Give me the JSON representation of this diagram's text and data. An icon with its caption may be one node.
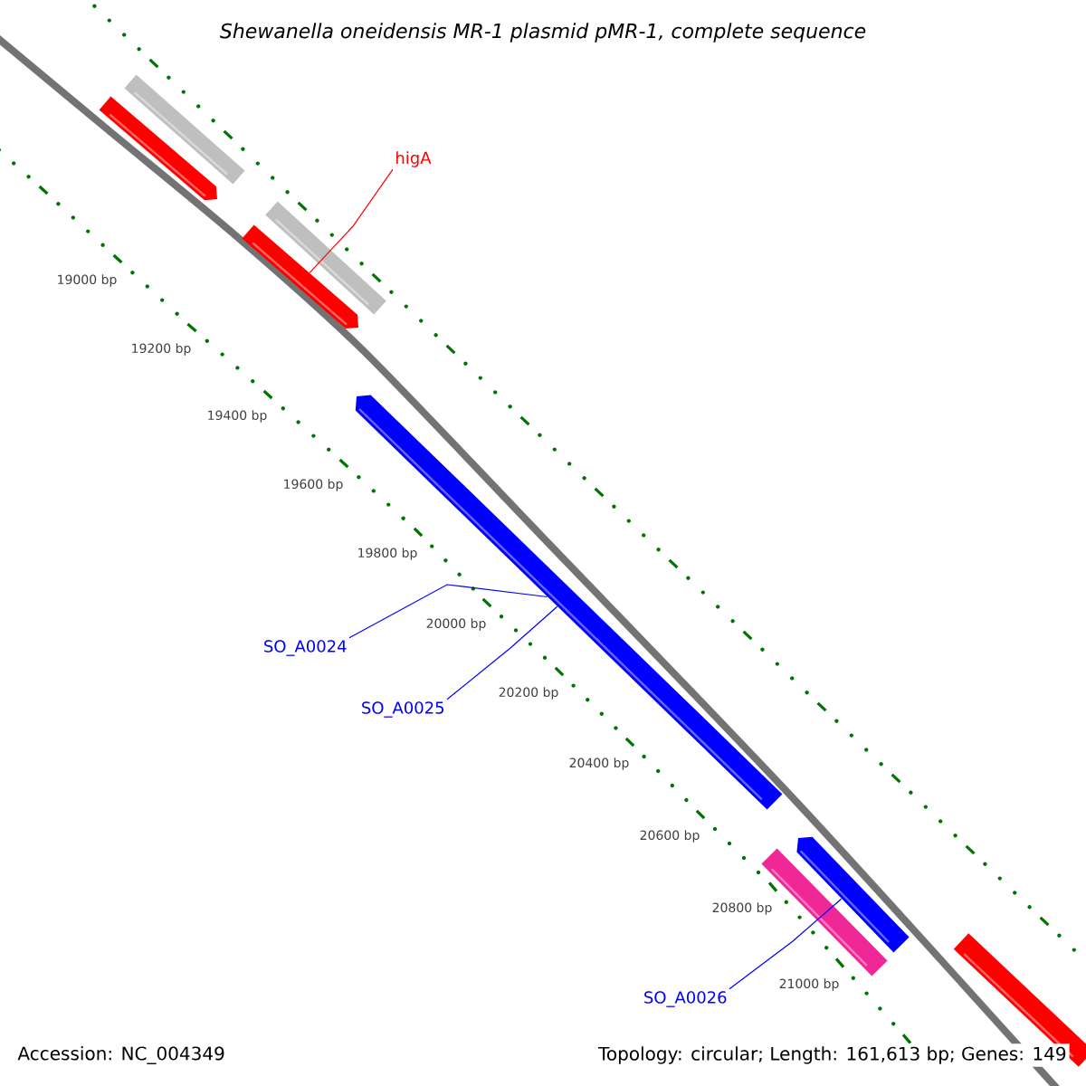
{
  "diagram": {
    "title": "Shewanella oneidensis MR-1 plasmid pMR-1, complete sequence",
    "nodes": [
      {
        "text": [
          "higA"
        ]
      },
      {
        "text": [
          "SO_A0024"
        ]
      },
      {
        "text": [
          "SO_A0025"
        ]
      },
      {
        "text": [
          "SO_A0026"
        ]
      },
      {
        "text": [],
        "shape": "bar"
      },
      {
        "text": [],
        "shape": "arrow"
      },
      {
        "text": [],
        "shape": "bar"
      },
      {
        "text": [],
        "shape": "arrow"
      },
      {
        "text": [],
        "shape": "arrow"
      },
      {
        "text": [],
        "shape": "arrow"
      },
      {
        "text": [],
        "shape": "bar"
      },
      {
        "text": [],
        "shape": "bar"
      }
    ],
    "edges": [
      {
        "from": 0,
        "to": 7,
        "arrow": "none",
        "color": "#ff0000"
      },
      {
        "from": 1,
        "to": 8,
        "arrow": "none"
      },
      {
        "from": 2,
        "to": 8,
        "arrow": "none"
      },
      {
        "from": 3,
        "to": 9,
        "arrow": "none"
      }
    ],
    "labels": [
      "19000 bp",
      "19200 bp",
      "19400 bp",
      "19600 bp",
      "19800 bp",
      "20000 bp",
      "20200 bp",
      "20400 bp",
      "20600 bp",
      "20800 bp",
      "21000 bp",
      "Accession: NC_004349",
      "Topology: circular; Length: 161,613 bp; Genes: 149"
    ]
  }
}
